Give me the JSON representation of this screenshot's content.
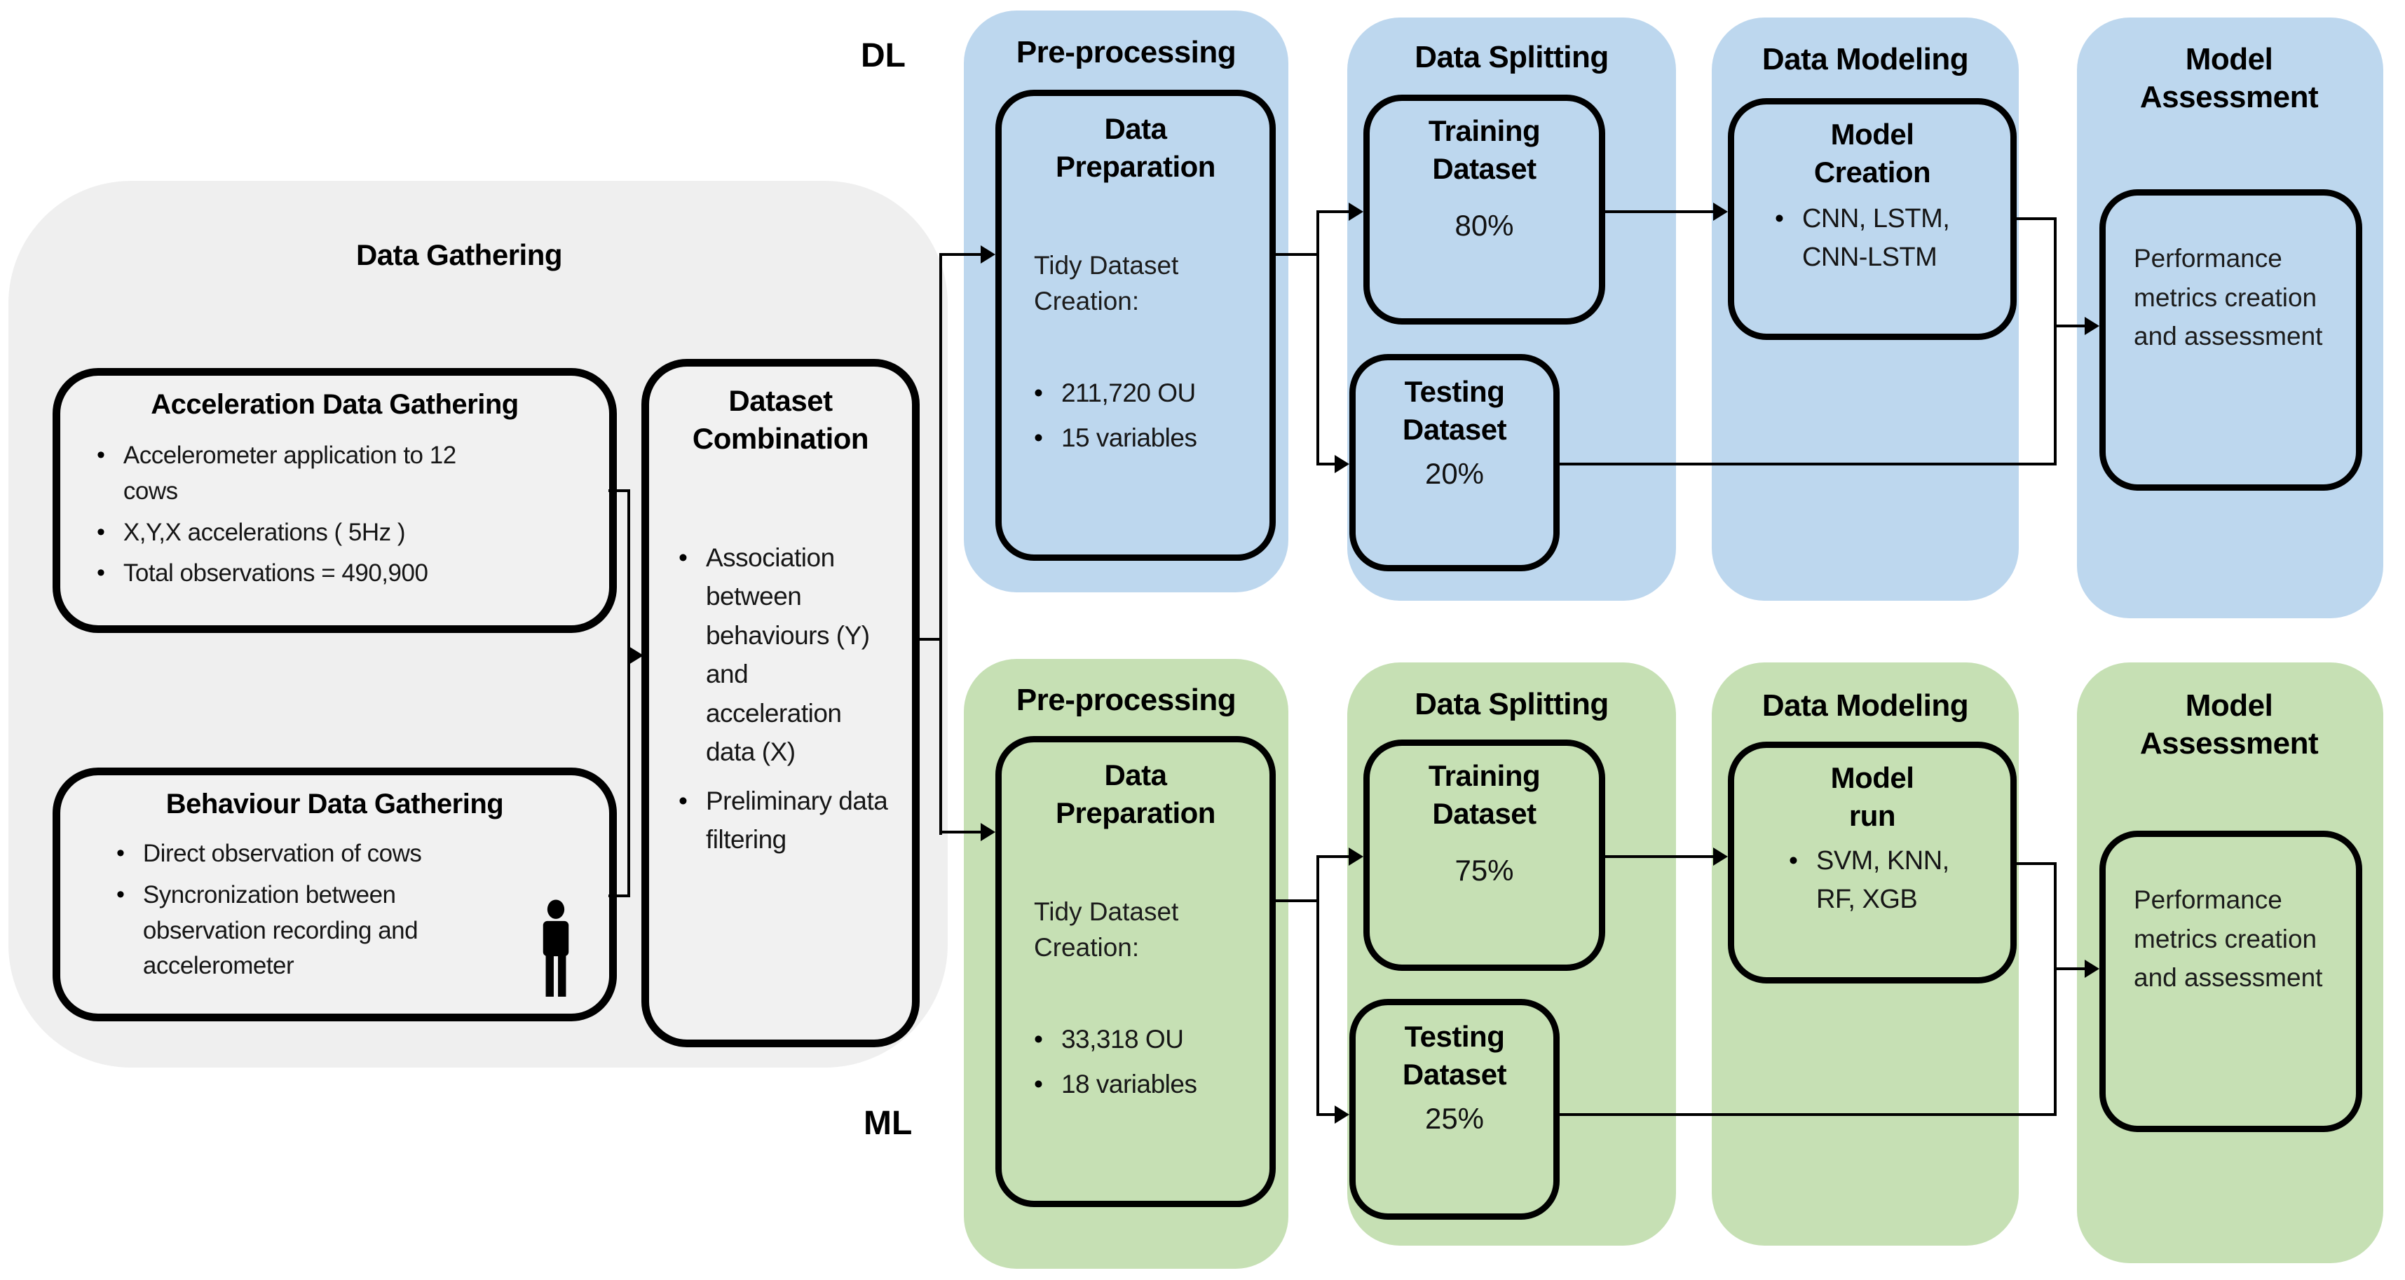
{
  "colors": {
    "dl_fill": "#BDD7EE",
    "ml_fill": "#C6E0B4",
    "gathering_fill": "#EFEFEF",
    "line": "#000000"
  },
  "data_gathering": {
    "title": "Data Gathering",
    "acceleration": {
      "title": "Acceleration Data Gathering",
      "bullets": [
        "Accelerometer application to 12 cows",
        "X,Y,X accelerations ( 5Hz )",
        "Total observations =  490,900"
      ]
    },
    "behaviour": {
      "title": "Behaviour Data Gathering",
      "bullets": [
        "Direct observation of cows",
        "Syncronization between observation recording and accelerometer"
      ],
      "icon": "person-icon"
    },
    "dataset_combination": {
      "title": "Dataset Combination",
      "bullets": [
        "Association between behaviours (Y) and acceleration data (X)",
        "Preliminary data filtering"
      ]
    }
  },
  "pipelines": {
    "dl": {
      "label": "DL",
      "preprocessing": {
        "header": "Pre-processing",
        "box_title": "Data Preparation",
        "body": "Tidy Dataset Creation:",
        "bullets": [
          "211,720 OU",
          "15 variables"
        ]
      },
      "splitting": {
        "header": "Data Splitting",
        "training_title": "Training Dataset",
        "training_pct": "80%",
        "testing_title": "Testing Dataset",
        "testing_pct": "20%"
      },
      "modeling": {
        "header": "Data Modeling",
        "box_title": "Model Creation",
        "bullet": "CNN, LSTM, CNN-LSTM"
      },
      "assessment": {
        "header": "Model Assessment",
        "box_text": "Performance metrics creation and assessment"
      }
    },
    "ml": {
      "label": "ML",
      "preprocessing": {
        "header": "Pre-processing",
        "box_title": "Data Preparation",
        "body": "Tidy Dataset Creation:",
        "bullets": [
          "33,318 OU",
          "18 variables"
        ]
      },
      "splitting": {
        "header": "Data Splitting",
        "training_title": "Training Dataset",
        "training_pct": "75%",
        "testing_title": "Testing Dataset",
        "testing_pct": "25%"
      },
      "modeling": {
        "header": "Data Modeling",
        "box_title": "Model run",
        "bullet": "SVM, KNN, RF, XGB"
      },
      "assessment": {
        "header": "Model Assessment",
        "box_text": "Performance metrics creation and assessment"
      }
    }
  }
}
